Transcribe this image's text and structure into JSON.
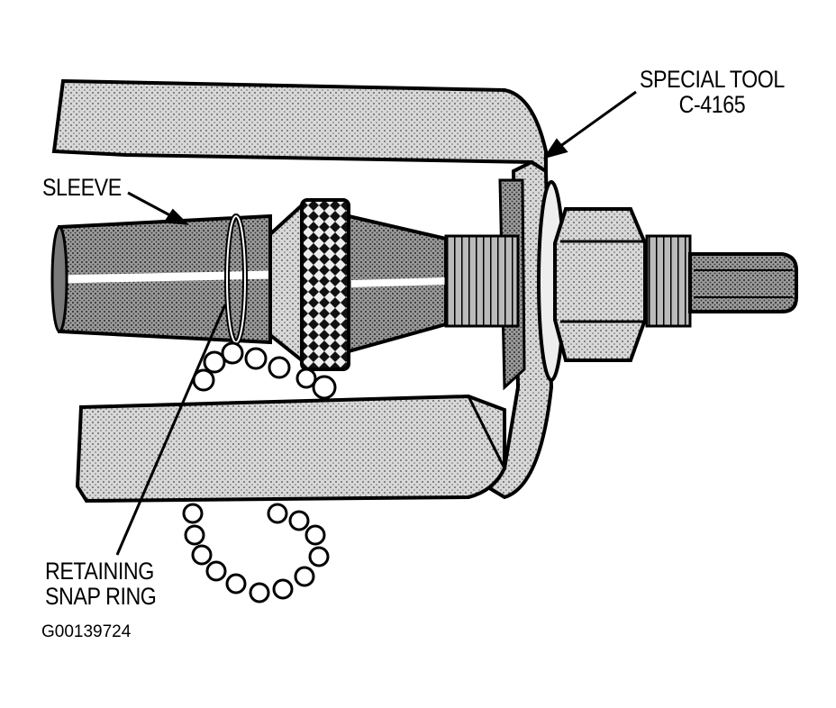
{
  "labels": {
    "special_tool_line1": "SPECIAL TOOL",
    "special_tool_line2": "C-4165",
    "sleeve": "SLEEVE",
    "retaining_line1": "RETAINING",
    "retaining_line2": "SNAP RING"
  },
  "figure_id": "G00139724",
  "colors": {
    "ink": "#000000",
    "paper": "#ffffff",
    "metal_light": "#d2d2d2",
    "metal_dark": "#8a8a8a"
  }
}
